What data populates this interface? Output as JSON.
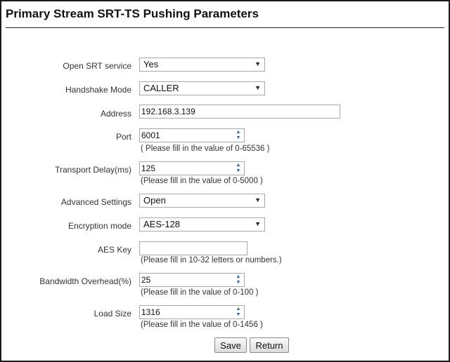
{
  "page": {
    "title": "Primary Stream SRT-TS Pushing Parameters"
  },
  "form": {
    "open_srt": {
      "label": "Open SRT service",
      "value": "Yes"
    },
    "handshake": {
      "label": "Handshake Mode",
      "value": "CALLER"
    },
    "address": {
      "label": "Address",
      "value": "192.168.3.139"
    },
    "port": {
      "label": "Port",
      "value": "6001",
      "hint": "( Please fill in the value of 0-65536 )"
    },
    "transport_delay": {
      "label": "Transport Delay(ms)",
      "value": "125",
      "hint": "(Please fill in the value of 0-5000 )"
    },
    "advanced": {
      "label": "Advanced Settings",
      "value": "Open"
    },
    "encryption": {
      "label": "Encryption mode",
      "value": "AES-128"
    },
    "aes_key": {
      "label": "AES Key",
      "value": "",
      "hint": "(Please fill in 10-32 letters or numbers.)"
    },
    "bandwidth": {
      "label": "Bandwidth Overhead(%)",
      "value": "25",
      "hint": "(Please fill in the value of 0-100 )"
    },
    "load_size": {
      "label": "Load Size",
      "value": "1316",
      "hint": "(Please fill in the value of 0-1456 )"
    }
  },
  "buttons": {
    "save": "Save",
    "return": "Return"
  },
  "icons": {
    "dropdown": "dropdown-arrow-icon",
    "spin_up": "spin-up-icon",
    "spin_down": "spin-down-icon"
  },
  "colors": {
    "border": "#1a1a1a",
    "spinner": "#1f5fa8"
  }
}
